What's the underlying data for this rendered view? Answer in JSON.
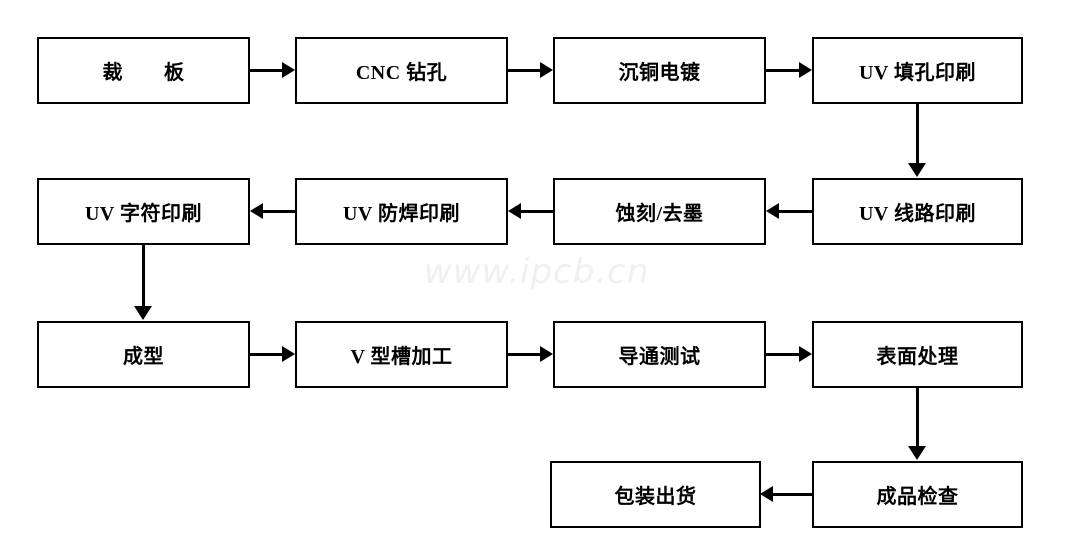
{
  "diagram": {
    "title_text": "",
    "watermark": "www.ipcb.cn",
    "colors": {
      "background": "#ffffff",
      "box_border": "#000000",
      "box_fill": "#ffffff",
      "text": "#000000",
      "connector": "#000000",
      "watermark": "#f0f0f0"
    },
    "nodes": [
      {
        "id": "n1",
        "label": "裁　　板",
        "row": 1,
        "col": 1
      },
      {
        "id": "n2",
        "label": "CNC 钻孔",
        "row": 1,
        "col": 2
      },
      {
        "id": "n3",
        "label": "沉铜电镀",
        "row": 1,
        "col": 3
      },
      {
        "id": "n4",
        "label": "UV 填孔印刷",
        "row": 1,
        "col": 4
      },
      {
        "id": "n5",
        "label": "UV 线路印刷",
        "row": 2,
        "col": 4
      },
      {
        "id": "n6",
        "label": "蚀刻/去墨",
        "row": 2,
        "col": 3
      },
      {
        "id": "n7",
        "label": "UV 防焊印刷",
        "row": 2,
        "col": 2
      },
      {
        "id": "n8",
        "label": "UV 字符印刷",
        "row": 2,
        "col": 1
      },
      {
        "id": "n9",
        "label": "成型",
        "row": 3,
        "col": 1
      },
      {
        "id": "n10",
        "label": "V 型槽加工",
        "row": 3,
        "col": 2
      },
      {
        "id": "n11",
        "label": "导通测试",
        "row": 3,
        "col": 3
      },
      {
        "id": "n12",
        "label": "表面处理",
        "row": 3,
        "col": 4
      },
      {
        "id": "n13",
        "label": "成品检查",
        "row": 4,
        "col": 4
      },
      {
        "id": "n14",
        "label": "包装出货",
        "row": 4,
        "col": 3
      }
    ],
    "edges": [
      {
        "from": "n1",
        "to": "n2",
        "direction": "right"
      },
      {
        "from": "n2",
        "to": "n3",
        "direction": "right"
      },
      {
        "from": "n3",
        "to": "n4",
        "direction": "right"
      },
      {
        "from": "n4",
        "to": "n5",
        "direction": "down"
      },
      {
        "from": "n5",
        "to": "n6",
        "direction": "left"
      },
      {
        "from": "n6",
        "to": "n7",
        "direction": "left"
      },
      {
        "from": "n7",
        "to": "n8",
        "direction": "left"
      },
      {
        "from": "n8",
        "to": "n9",
        "direction": "down"
      },
      {
        "from": "n9",
        "to": "n10",
        "direction": "right"
      },
      {
        "from": "n10",
        "to": "n11",
        "direction": "right"
      },
      {
        "from": "n11",
        "to": "n12",
        "direction": "right"
      },
      {
        "from": "n12",
        "to": "n13",
        "direction": "down"
      },
      {
        "from": "n13",
        "to": "n14",
        "direction": "left"
      }
    ]
  }
}
